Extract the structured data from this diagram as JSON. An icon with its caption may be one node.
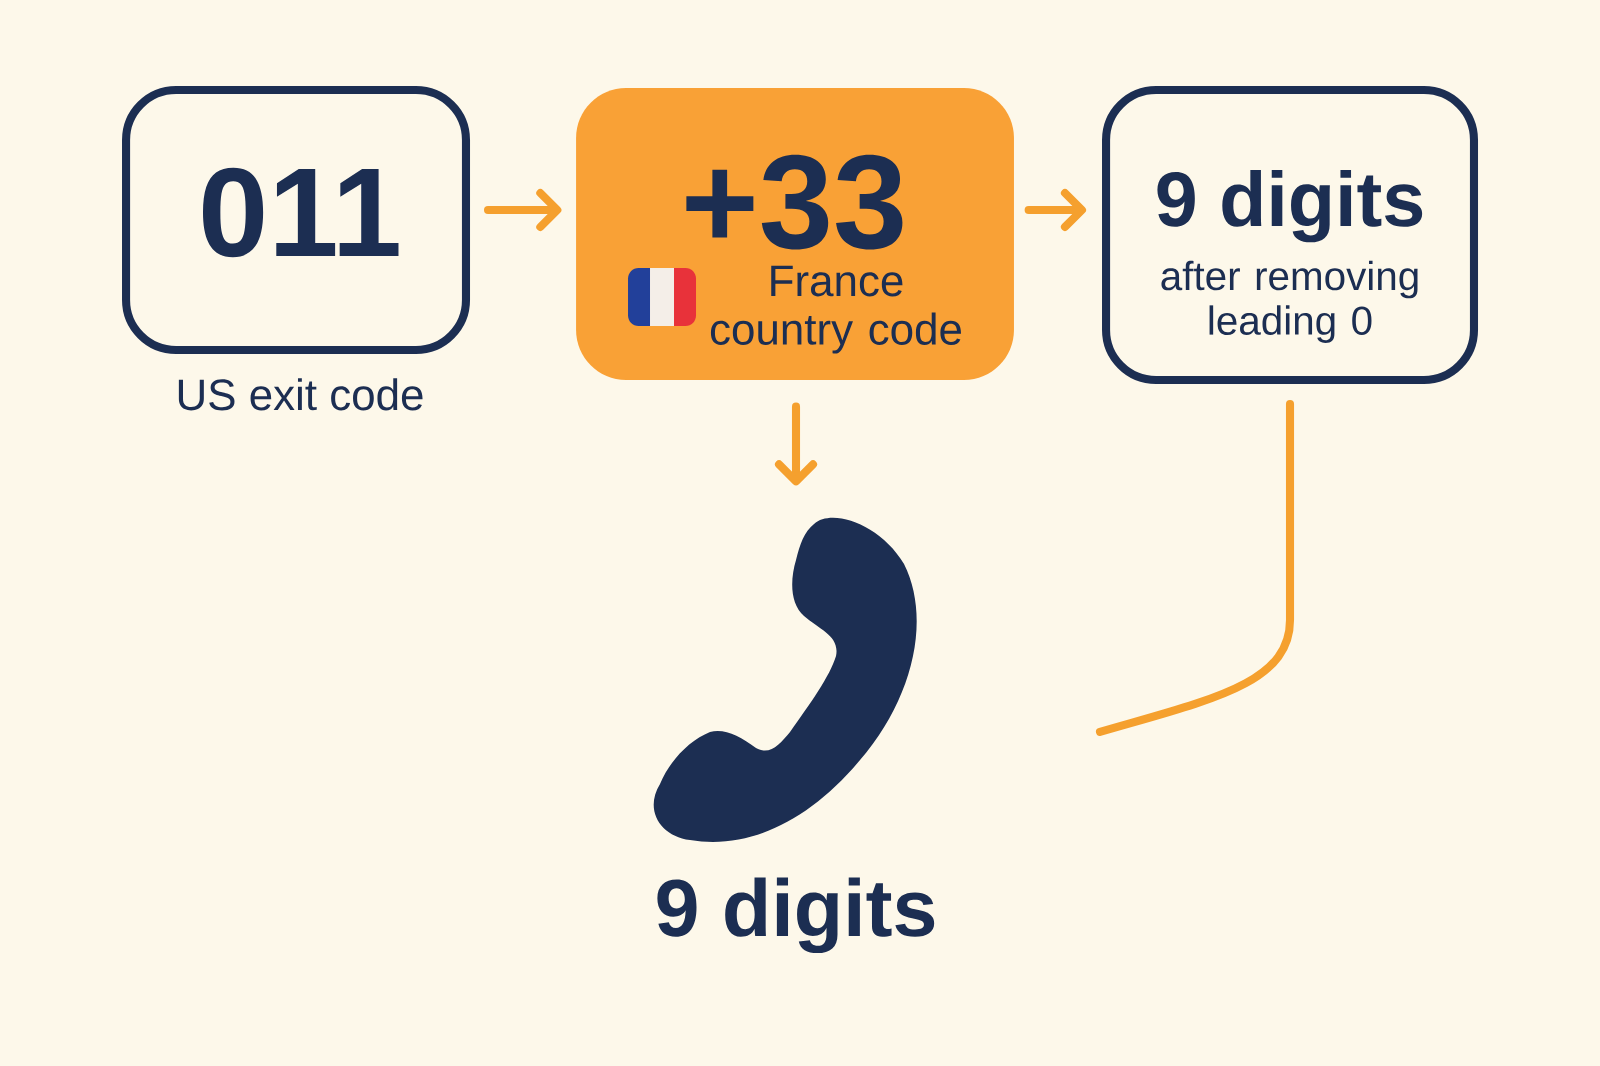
{
  "diagram": {
    "nodes": [
      {
        "text": [
          "011"
        ],
        "beside": [
          "US exit code"
        ]
      },
      {
        "text": [
          "+33",
          "France country code"
        ]
      },
      {
        "text": [
          "9 digits",
          "after removing leading 0"
        ]
      },
      {
        "text": [],
        "shape": "picture",
        "beside": [
          "9 digits"
        ]
      }
    ],
    "edges": [
      {
        "from": 0,
        "to": 1,
        "arrow": "to"
      },
      {
        "from": 1,
        "to": 2,
        "arrow": "to"
      },
      {
        "from": 1,
        "to": 3,
        "arrow": "to"
      },
      {
        "from": 2,
        "to": null,
        "arrow": "none"
      }
    ]
  }
}
